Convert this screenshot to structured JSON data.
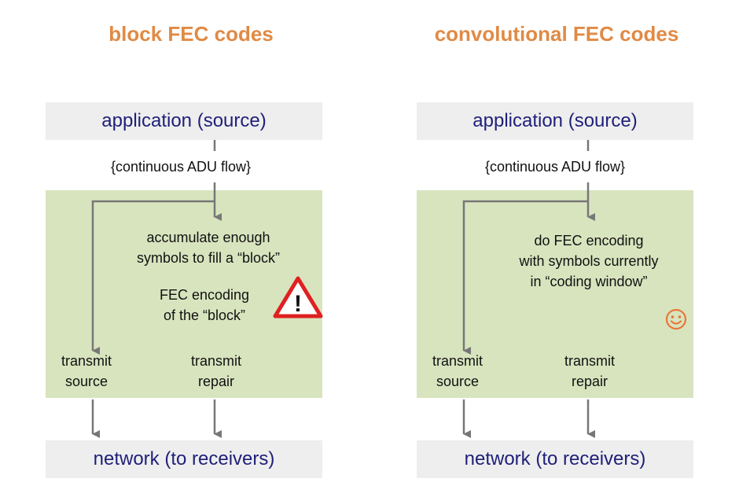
{
  "left": {
    "title": "block FEC codes",
    "app_box": "application (source)",
    "flow_label": "{continuous ADU flow}",
    "step1_line1": "accumulate enough",
    "step1_line2": "symbols to fill a “block”",
    "step2_line1": "FEC encoding",
    "step2_line2": "of the “block”",
    "transmit_source_line1": "transmit",
    "transmit_source_line2": "source",
    "transmit_repair_line1": "transmit",
    "transmit_repair_line2": "repair",
    "network_box": "network (to receivers)",
    "warning_icon": "warning-triangle-icon",
    "warning_mark": "!"
  },
  "right": {
    "title": "convolutional FEC codes",
    "app_box": "application (source)",
    "flow_label": "{continuous ADU flow}",
    "step_line1": "do FEC encoding",
    "step_line2": "with symbols currently",
    "step_line3": "in “coding window”",
    "transmit_source_line1": "transmit",
    "transmit_source_line2": "source",
    "transmit_repair_line1": "transmit",
    "transmit_repair_line2": "repair",
    "network_box": "network (to receivers)",
    "smiley_icon": "smiley-face-icon"
  },
  "colors": {
    "title": "#e08a45",
    "box_text": "#1f1f7a",
    "gray_box": "#eeeeee",
    "green_box": "#d8e4be",
    "arrow": "#777777",
    "warning_red": "#e02020",
    "smiley": "#e8773a"
  }
}
